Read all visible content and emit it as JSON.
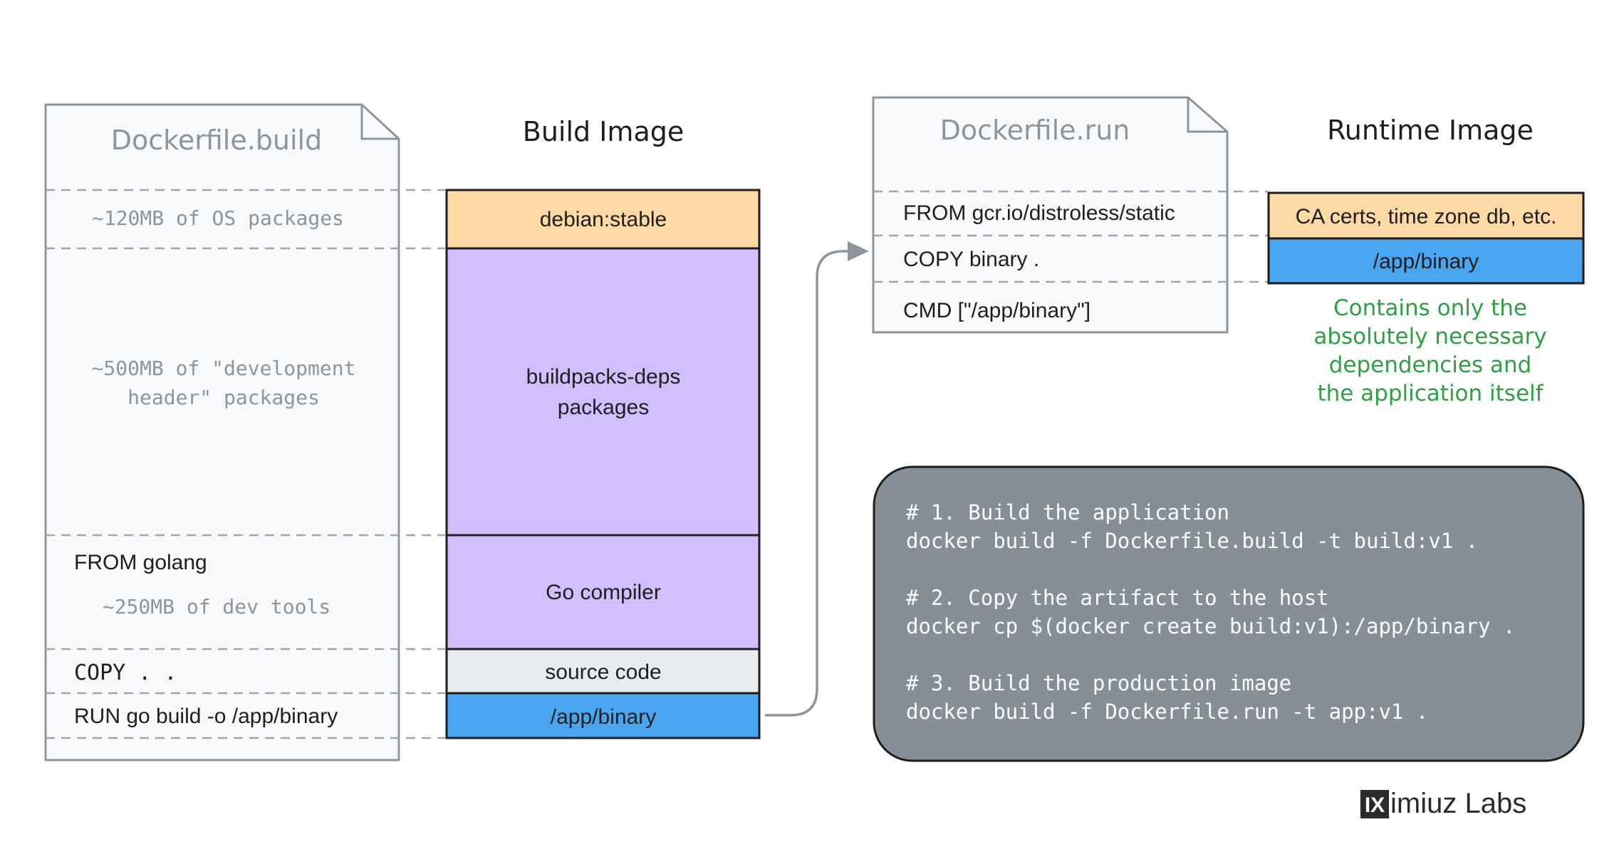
{
  "build_dockerfile": {
    "title": "Dockerfile.build",
    "rows": {
      "os": "~120MB of OS packages",
      "dev_headers_line1": "~500MB of \"development",
      "dev_headers_line2": "header\" packages",
      "from": "FROM golang",
      "dev_tools": "~250MB of dev tools",
      "copy": "COPY . .",
      "run": "RUN go build -o /app/binary"
    }
  },
  "build_image": {
    "title": "Build Image",
    "layers": {
      "debian": "debian:stable",
      "buildpacks_line1": "buildpacks-deps",
      "buildpacks_line2": "packages",
      "go": "Go compiler",
      "source": "source code",
      "binary": "/app/binary"
    }
  },
  "run_dockerfile": {
    "title": "Dockerfile.run",
    "rows": {
      "from": "FROM gcr.io/distroless/static",
      "copy": "COPY binary .",
      "cmd": "CMD [\"/app/binary\"]"
    }
  },
  "runtime_image": {
    "title": "Runtime Image",
    "layers": {
      "certs": "CA certs, time zone db, etc.",
      "binary": "/app/binary"
    },
    "note": [
      "Contains only the",
      "absolutely necessary",
      "dependencies and",
      "the application itself"
    ]
  },
  "commands": [
    "# 1. Build the application",
    "docker build -f Dockerfile.build -t build:v1 .",
    "",
    "# 2. Copy the artifact to the host",
    "docker cp $(docker create build:v1):/app/binary .",
    "",
    "# 3. Build the production image",
    "docker build -f Dockerfile.run -t app:v1 ."
  ],
  "brand": {
    "mark": "IX",
    "name": "imiuz Labs"
  },
  "colors": {
    "debian": "#fdd9a6",
    "buildpacks": "#d0bffc",
    "go": "#d0bffc",
    "source": "#e9ecef",
    "binary": "#4aa5f0",
    "note": "#2f9e44",
    "commands_bg": "#868e96",
    "doc_bg": "#f8f9fa"
  }
}
